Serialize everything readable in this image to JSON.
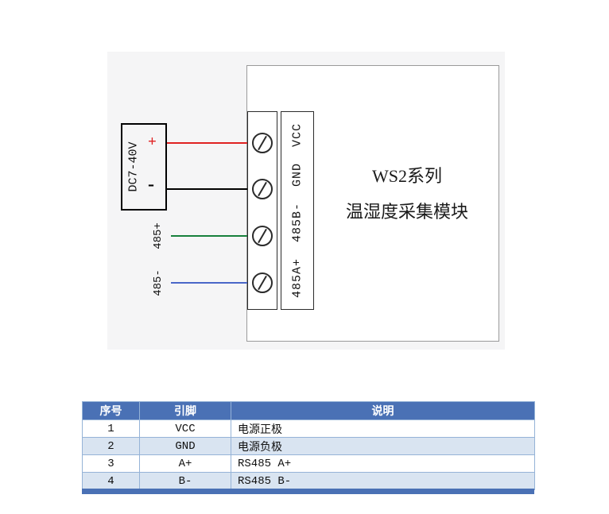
{
  "colors": {
    "table_header_bg": "#4a71b5",
    "table_alt_row_bg": "#d9e4f1",
    "table_border": "#95b3d7",
    "wire_vcc": "#e02222",
    "wire_gnd": "#000000",
    "wire_a": "#17803c",
    "wire_b": "#4a67c8"
  },
  "diagram": {
    "module_title_line1": "WS2系列",
    "module_title_line2": "温湿度采集模块",
    "power_box_label": "DC7-40V",
    "power_plus": "+",
    "power_minus": "-",
    "terminal_strip_labels": "485A+  485B-  GND  VCC",
    "wire_label_a": "485+",
    "wire_label_b": "485-"
  },
  "table": {
    "headers": [
      "序号",
      "引脚",
      "说明"
    ],
    "rows": [
      {
        "no": "1",
        "pin": "VCC",
        "desc": "电源正极"
      },
      {
        "no": "2",
        "pin": "GND",
        "desc": "电源负极"
      },
      {
        "no": "3",
        "pin": "A+",
        "desc": "RS485 A+"
      },
      {
        "no": "4",
        "pin": "B-",
        "desc": "RS485 B-"
      }
    ]
  }
}
